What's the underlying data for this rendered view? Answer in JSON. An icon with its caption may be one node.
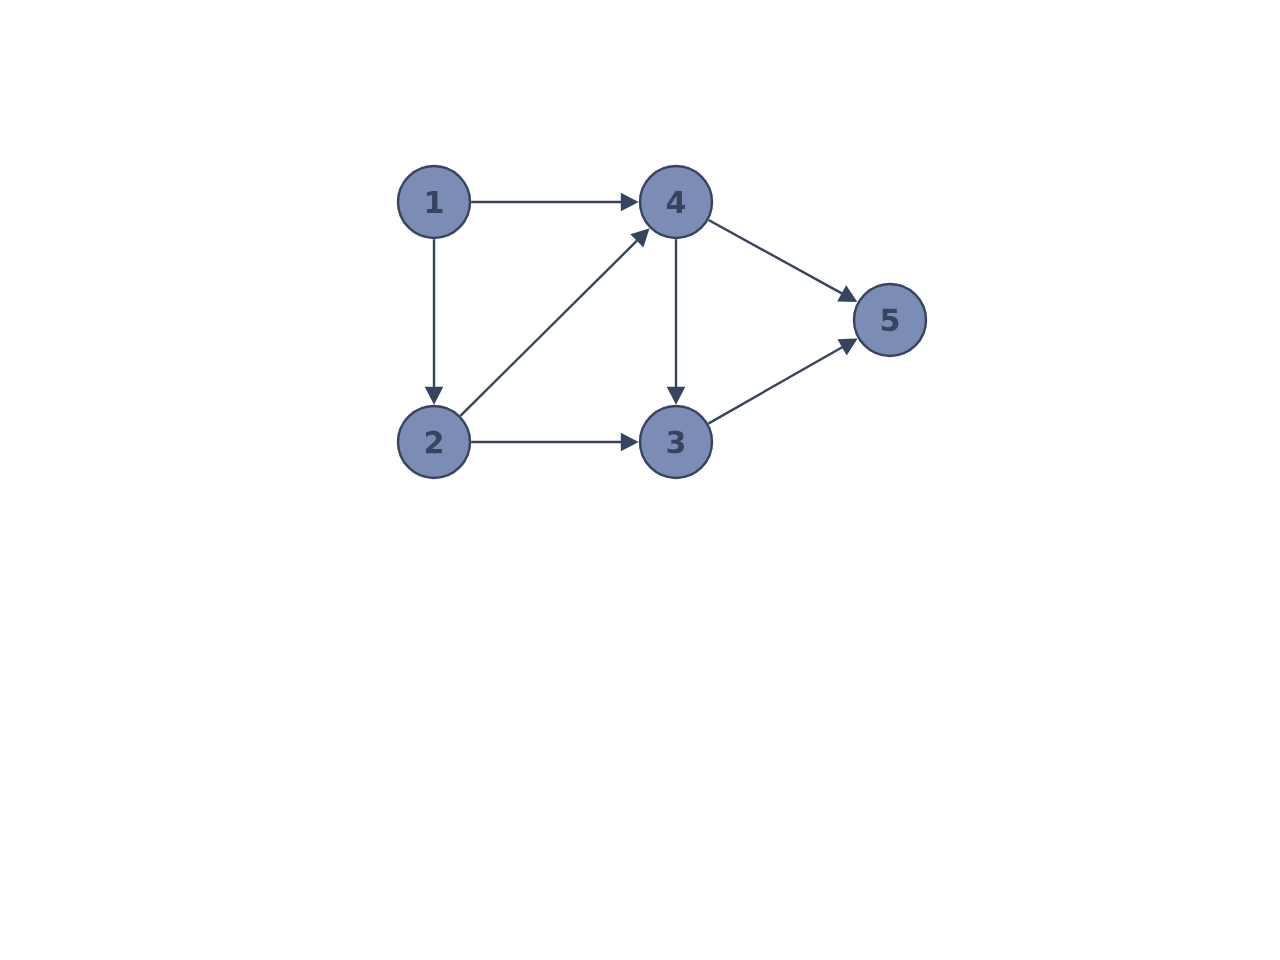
{
  "diagram": {
    "nodes": [
      {
        "text": [
          "1"
        ]
      },
      {
        "text": [
          "4"
        ]
      },
      {
        "text": [
          "5"
        ]
      },
      {
        "text": [
          "2"
        ]
      },
      {
        "text": [
          "3"
        ]
      }
    ],
    "edges": [
      {
        "from": 0,
        "to": 1,
        "arrow": "to"
      },
      {
        "from": 0,
        "to": 3,
        "arrow": "to"
      },
      {
        "from": 3,
        "to": 1,
        "arrow": "to"
      },
      {
        "from": 3,
        "to": 4,
        "arrow": "to"
      },
      {
        "from": 1,
        "to": 4,
        "arrow": "to"
      },
      {
        "from": 1,
        "to": 2,
        "arrow": "to"
      },
      {
        "from": 4,
        "to": 2,
        "arrow": "to"
      }
    ]
  }
}
